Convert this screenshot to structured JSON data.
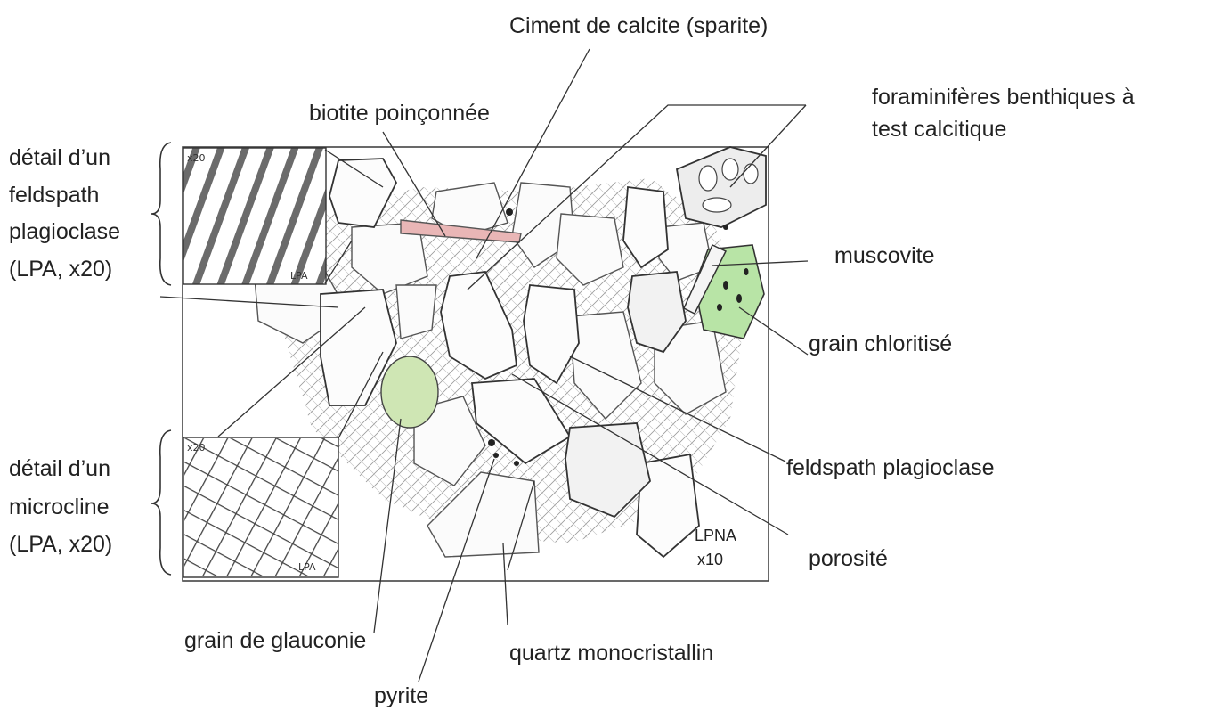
{
  "labels": {
    "ciment": "Ciment de calcite (sparite)",
    "biotite": "biotite poinçonnée",
    "foraminiferes_1": "foraminifères benthiques à",
    "foraminiferes_2": "test calcitique",
    "detail_feldspath_1": "détail d’un",
    "detail_feldspath_2": "feldspath",
    "detail_feldspath_3": "plagioclase",
    "detail_feldspath_4": "(LPA, x20)",
    "muscovite": "muscovite",
    "grain_chloritise": "grain chloritisé",
    "detail_microcline_1": "détail d’un",
    "detail_microcline_2": "microcline",
    "detail_microcline_3": "(LPA, x20)",
    "feldspath_plagioclase": "feldspath plagioclase",
    "porosite": "porosité",
    "grain_glauconie": "grain de glauconie",
    "quartz": "quartz monocristallin",
    "pyrite": "pyrite",
    "lpna_1": "LPNA",
    "lpna_2": "x10"
  },
  "inset_marks": {
    "top_zoom": "x20",
    "top_mode": "LPA",
    "bottom_zoom": "x20",
    "bottom_mode": "LPA"
  },
  "colors": {
    "glauconie": "#cfe6b4",
    "chlorite": "#b8e4a6",
    "biotite": "#e9b6b6",
    "ink": "#333333"
  }
}
